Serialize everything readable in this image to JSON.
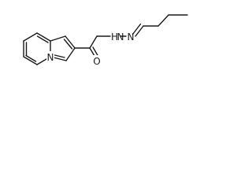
{
  "atoms": {
    "ring_nitrogen": "N",
    "carbonyl_oxygen": "O",
    "amide_nh": "H",
    "amide_n": "N",
    "imine_n": "N"
  }
}
